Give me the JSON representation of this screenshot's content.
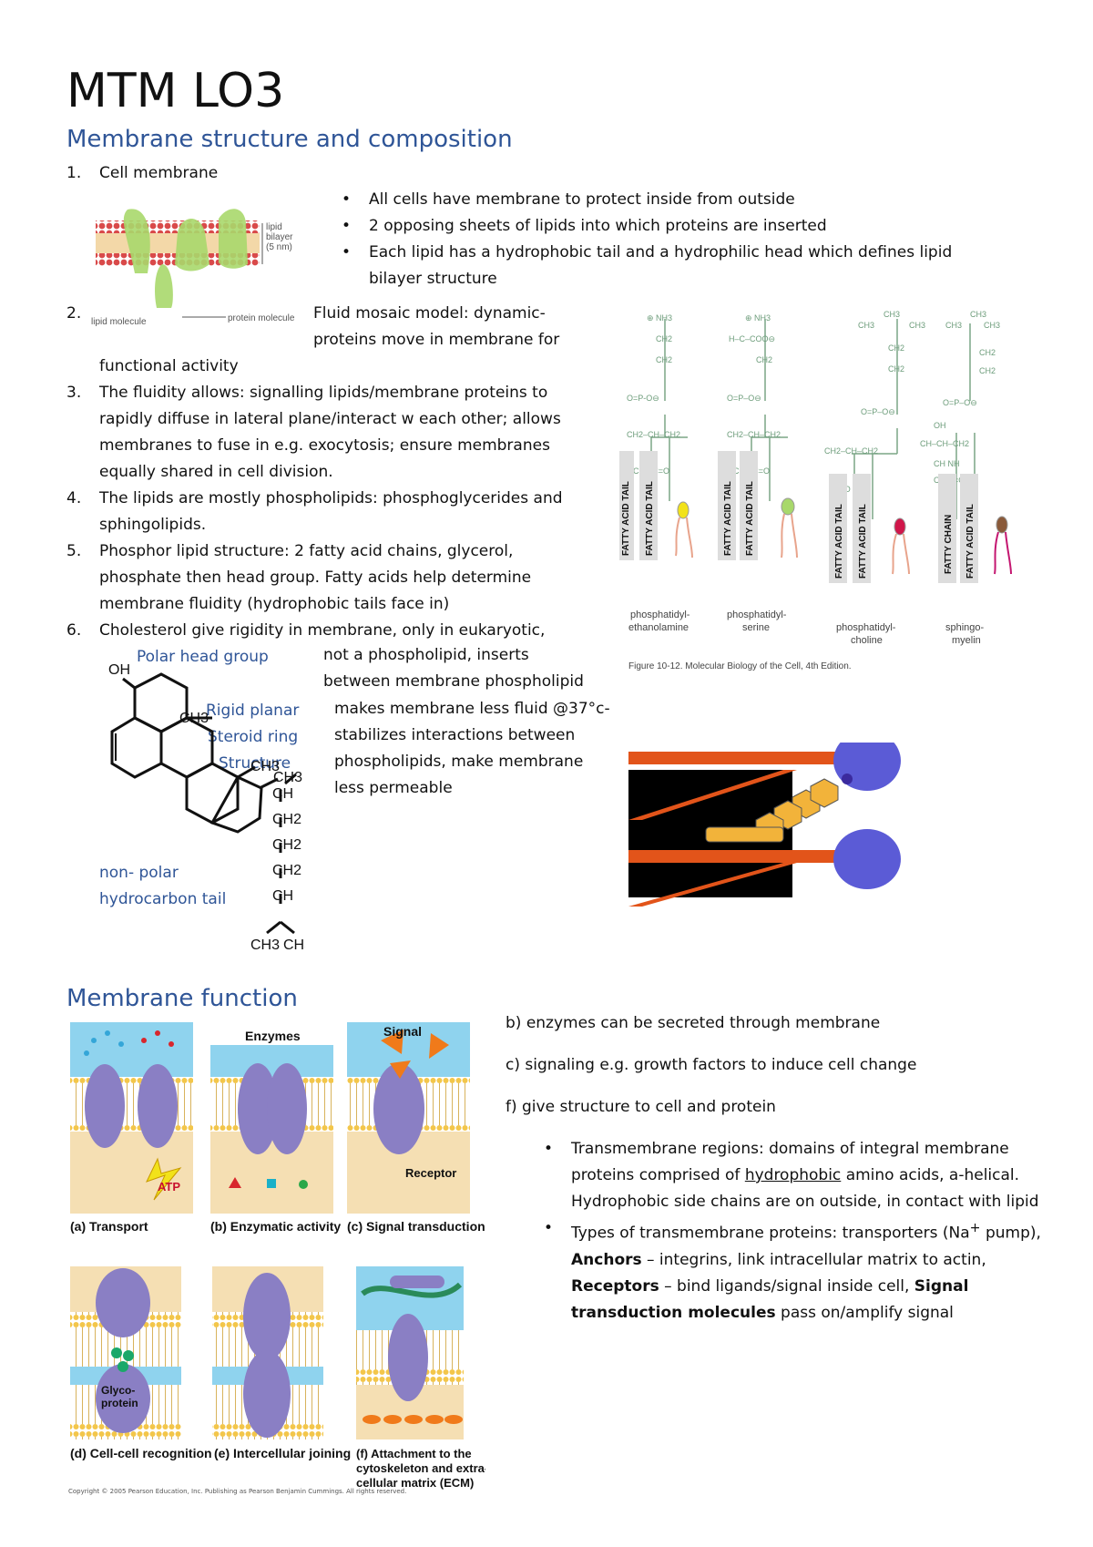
{
  "title": "MTM LO3",
  "section1": {
    "heading": "Membrane structure and composition",
    "item1": {
      "num": "1.",
      "text": "Cell membrane"
    },
    "bullets": [
      "All cells have membrane to protect inside from outside",
      "2 opposing sheets of lipids into which proteins are inserted",
      "Each lipid has a hydrophobic tail and a hydrophilic head which defines lipid bilayer structure"
    ],
    "bilayer_fig": {
      "lipid_bilayer": "lipid bilayer (5 nm)",
      "lipid_molecule": "lipid molecule",
      "protein_molecule": "protein molecule"
    },
    "item2": {
      "num": "2.",
      "line1": "Fluid mosaic model: dynamic-",
      "line2": "proteins move in membrane for",
      "line3": "functional activity"
    },
    "item3": {
      "num": "3.",
      "lines": [
        "The fluidity allows: signalling lipids/membrane proteins to",
        "rapidly diffuse in lateral plane/interact w each other; allows",
        "membranes to fuse in e.g. exocytosis; ensure membranes",
        "equally shared in cell division."
      ]
    },
    "item4": {
      "num": "4.",
      "lines": [
        "The lipids are mostly phospholipids: phosphoglycerides and",
        "sphingolipids."
      ]
    },
    "item5": {
      "num": "5.",
      "lines": [
        "Phosphor lipid structure: 2 fatty acid chains, glycerol,",
        "phosphate then head group. Fatty acids help determine",
        "membrane fluidity (hydrophobic tails face in)"
      ]
    },
    "item6": {
      "num": "6.",
      "line1": "Cholesterol give rigidity in membrane, only in eukaryotic,",
      "rest": [
        "not a phospholipid, inserts",
        "between membrane phospholipid",
        "makes membrane less fluid @37°c-",
        "stabilizes interactions between",
        "phospholipids, make membrane",
        "less permeable"
      ]
    },
    "cholesterol_labels": {
      "polar": "Polar head group",
      "rigid": [
        "Rigid planar",
        "Steroid ring",
        "Structure"
      ],
      "nonpolar": [
        "non- polar",
        "hydrocarbon tail"
      ],
      "oh": "OH",
      "ch3": "CH3",
      "ch": "CH",
      "ch2": "CH2"
    },
    "phospho_fig": {
      "names": [
        [
          "phosphatidyl-",
          "ethanolamine"
        ],
        [
          "phosphatidyl-",
          "serine"
        ],
        [
          "phosphatidyl-",
          "choline"
        ],
        [
          "sphingo-",
          "myelin"
        ]
      ],
      "fatty_acid_tail": "FATTY ACID TAIL",
      "fatty_chain": "FATTY CHAIN",
      "caption": "Figure 10-12. Molecular Biology of the Cell, 4th Edition."
    }
  },
  "section2": {
    "heading": "Membrane function",
    "right_items": [
      "b) enzymes can be secreted through membrane",
      "c) signaling e.g. growth factors to induce cell change",
      "f) give structure to cell and protein"
    ],
    "tm_bullet": {
      "a": "Transmembrane regions: domains of integral membrane proteins comprised of ",
      "u": "hydrophobic",
      "b": " amino acids, a-helical. Hydrophobic side chains are on outside, in contact with lipid"
    },
    "types_bullet": {
      "a": "Types of transmembrane proteins: transporters (Na",
      "sup": "+",
      "b": " pump), ",
      "anchors": "Anchors",
      "c": " – integrins, link intracellular matrix to actin, ",
      "receptors": "Receptors",
      "d": " – bind ligands/signal inside cell, ",
      "signal": "Signal transduction molecules",
      "e": " pass on/amplify signal"
    },
    "panels": {
      "a": "(a) Transport",
      "b": "(b) Enzymatic activity",
      "c": "(c) Signal transduction",
      "d": "(d) Cell-cell recognition",
      "e": "(e) Intercellular joining",
      "f": [
        "(f) Attachment to the",
        "cytoskeleton and extra-",
        "cellular matrix (ECM)"
      ],
      "enzymes": "Enzymes",
      "signal": "Signal",
      "receptor": "Receptor",
      "atp": "ATP",
      "glyco": [
        "Glyco-",
        "protein"
      ]
    },
    "copyright": "Copyright © 2005 Pearson Education, Inc. Publishing as Pearson Benjamin Cummings. All rights reserved."
  },
  "colors": {
    "heading": "#2f5597",
    "bilayer": "#d94a4a",
    "protein": "#8a7fc4",
    "water": "#8fd3ee"
  }
}
